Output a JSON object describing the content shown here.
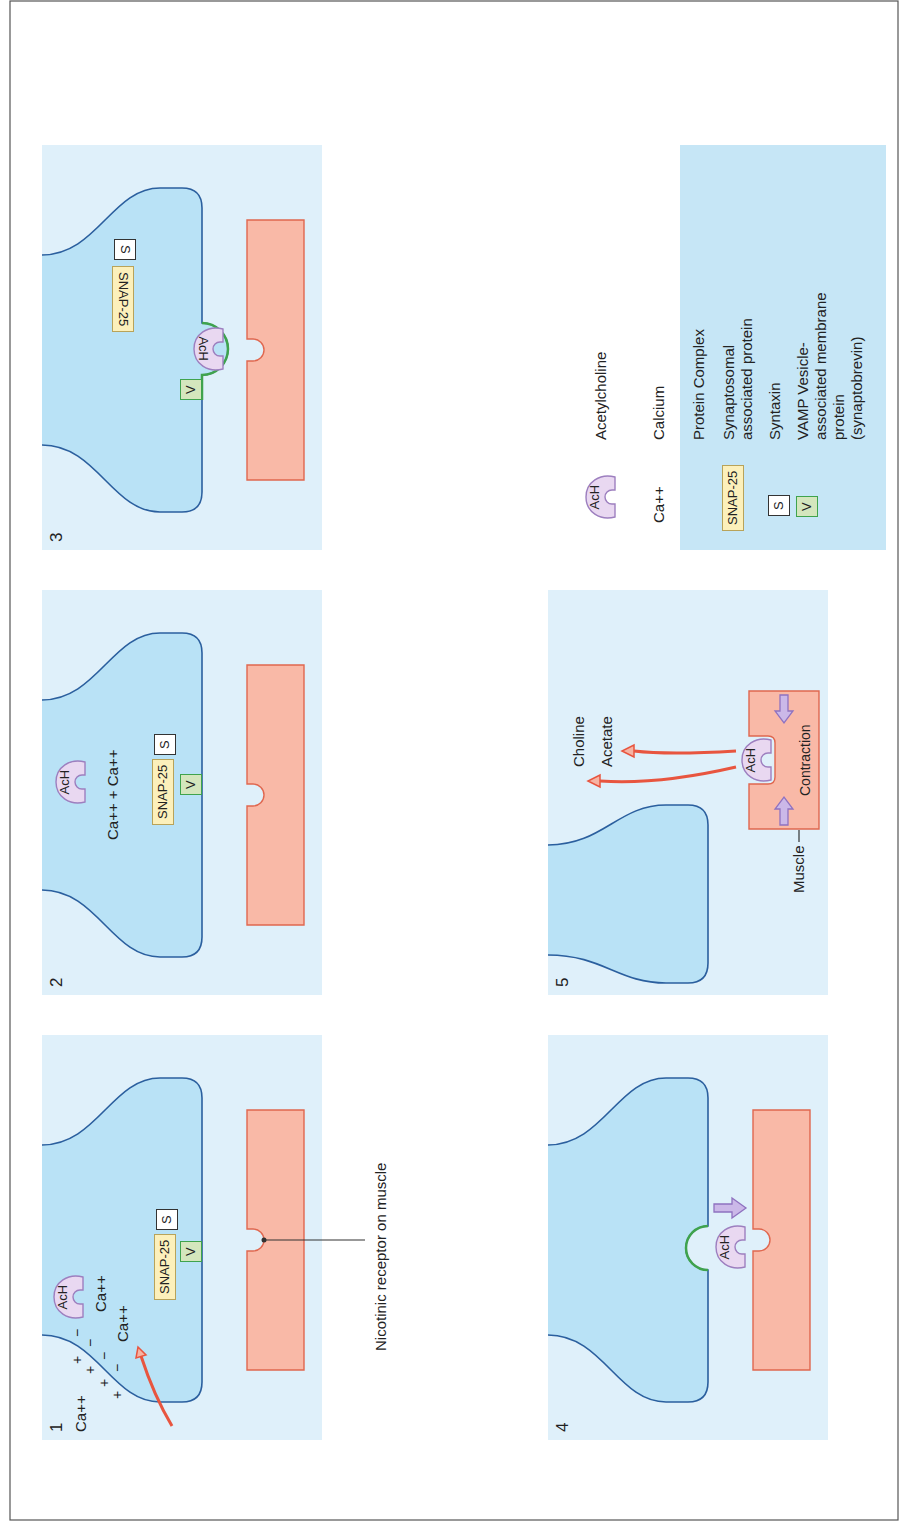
{
  "diagram": {
    "nodes": [
      {
        "text": [
          "1"
        ]
      },
      {
        "text": [
          "AcH"
        ],
        "in": 0
      },
      {
        "text": [
          "SNAP-25"
        ],
        "in": 0
      },
      {
        "text": [
          "S"
        ],
        "in": 0
      },
      {
        "text": [
          "V"
        ],
        "in": 0
      },
      {
        "text": [
          "2"
        ]
      },
      {
        "text": [
          "AcH"
        ],
        "in": 5
      },
      {
        "text": [
          "SNAP-25"
        ],
        "in": 5
      },
      {
        "text": [
          "S"
        ],
        "in": 5
      },
      {
        "text": [
          "V"
        ],
        "in": 5
      },
      {
        "text": [
          "3"
        ]
      },
      {
        "text": [
          "S"
        ],
        "in": 10
      },
      {
        "text": [
          "SNAP-25"
        ],
        "in": 10
      },
      {
        "text": [
          "V"
        ],
        "in": 10
      },
      {
        "text": [
          "AcH"
        ],
        "in": 10
      },
      {
        "text": [
          "4"
        ]
      },
      {
        "text": [
          "AcH"
        ],
        "in": 15
      },
      {
        "text": [
          "5"
        ]
      },
      {
        "text": [
          "Contraction"
        ],
        "in": 17
      },
      {
        "text": [
          "AcH"
        ],
        "in": 17
      },
      {
        "text": [
          "AcH"
        ]
      },
      {
        "text": [
          "Protein Complex"
        ]
      },
      {
        "text": [
          "SNAP-25"
        ],
        "in": 21
      },
      {
        "text": [
          "S"
        ],
        "in": 21
      },
      {
        "text": [
          "V"
        ],
        "in": 21
      }
    ],
    "labels": [
      "Ca++",
      "+",
      "−",
      "+",
      "−",
      "+",
      "−",
      "+",
      "−",
      "Ca++",
      "Ca++",
      "Nicotinic receptor on muscle",
      "Ca++ + Ca++",
      "Choline",
      "Acetate",
      "Muscle",
      "Ca++"
    ],
    "legend": [
      {
        "text": "Acetylcholine"
      },
      {
        "text": "Calcium"
      },
      {
        "text": "Synaptosomal associated protein"
      },
      {
        "text": "Syntaxin"
      },
      {
        "text": "VAMP Vesicle-associated membrane protein (synaptobrevin)"
      }
    ]
  }
}
